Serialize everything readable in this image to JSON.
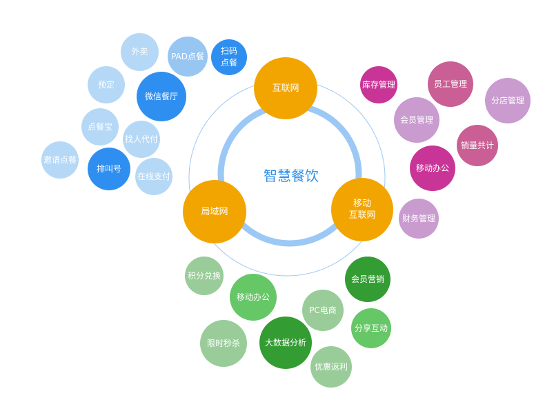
{
  "center": {
    "title": "智慧餐饮"
  },
  "colors": {
    "hub": "#f2a500",
    "ring": "#9cc8f5",
    "outer_ring": "#9cc8f5",
    "title": "#2e8fe8",
    "blue_strong": "#2f8ff0",
    "blue_mid": "#97c6f2",
    "blue_light": "#b5d8f6",
    "magenta_strong": "#c93597",
    "magenta_mid": "#c95f94",
    "magenta_light": "#c99bcf",
    "green_strong": "#339c33",
    "green_mid": "#66c766",
    "green_light": "#99cc99"
  },
  "hubs": {
    "internet": "互联网",
    "mobile": "移动\n互联网",
    "lan": "局域网"
  },
  "internet_cluster": {
    "takeout": "外卖",
    "pad_order": "PAD点餐",
    "scan_order": "扫码\n点餐",
    "reservation": "预定",
    "wechat_restaurant": "微信餐厅",
    "diancanbao": "点餐宝",
    "proxy_order": "找人代付",
    "invite_order": "邀请点餐",
    "queue_number": "排叫号",
    "online_pay": "在线支付"
  },
  "mobile_cluster": {
    "inventory": "库存管理",
    "staff": "员工管理",
    "branch": "分店管理",
    "member": "会员管理",
    "sales_total": "销量共计",
    "mobile_office": "移动办公",
    "finance": "财务管理"
  },
  "lan_cluster": {
    "points_exchange": "积分兑换",
    "member_marketing": "会员营销",
    "mobile_office": "移动办公",
    "pc_ecommerce": "PC电商",
    "share_interact": "分享互动",
    "flash_sale": "限时秒杀",
    "big_data": "大数据分析",
    "discount_rebate": "优惠返利"
  }
}
